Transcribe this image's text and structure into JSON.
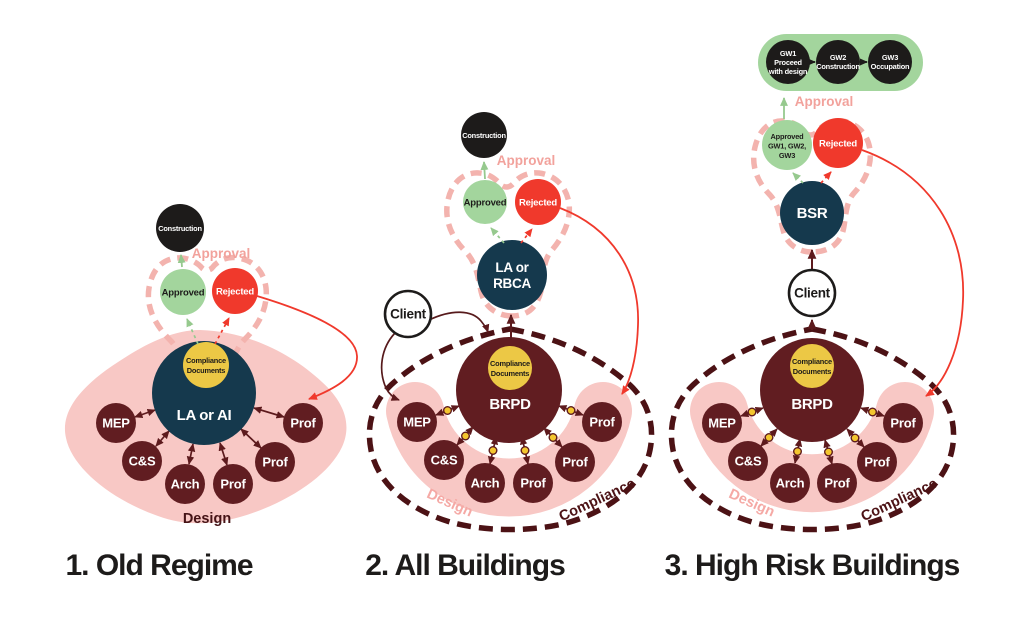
{
  "titles": {
    "t1": "1. Old Regime",
    "t2": "2. All Buildings",
    "t3": "3. High Risk Buildings"
  },
  "zones": {
    "approval": "Approval",
    "design": "Design",
    "compliance": "Compliance"
  },
  "nodes": {
    "construction": "Construction",
    "approved": "Approved",
    "rejected": "Rejected",
    "client": "Client",
    "brpd": "BRPD",
    "bsr": "BSR",
    "mep": "MEP",
    "cs": "C&S",
    "arch": "Arch",
    "prof": "Prof",
    "docs_line1": "Compliance",
    "docs_line2": "Documents",
    "la_ai": "LA or AI",
    "la_rbca_line1": "LA or",
    "la_rbca_line2": "RBCA",
    "gw1_line1": "GW1",
    "gw1_line2": "Proceed",
    "gw1_line3": "with design",
    "gw2_line1": "GW2",
    "gw2_line2": "Construction",
    "gw3_line1": "GW3",
    "gw3_line2": "Occupation",
    "approved_gw_line1": "Approved",
    "approved_gw_line2": "GW1, GW2,",
    "approved_gw_line3": "GW3"
  },
  "colors": {
    "black_node": "#1d1b1a",
    "green_node": "#a3d59d",
    "red_node": "#f0392c",
    "navy_node": "#15394d",
    "maroon_node": "#611d21",
    "yellow_node": "#ecc845",
    "pink_zone_fill": "#f8c8c5",
    "pink_dash": "#f3b3ae",
    "pink_text": "#f2a29c",
    "compliance_dash": "#4c1215",
    "background": "#ffffff"
  }
}
